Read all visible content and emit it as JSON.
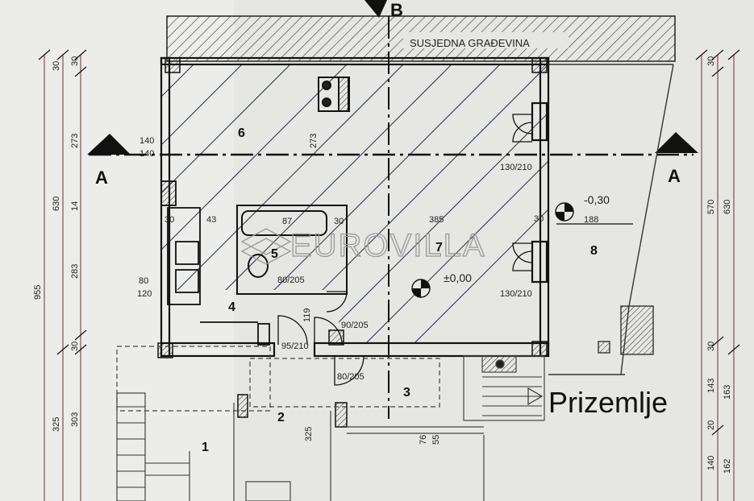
{
  "plan": {
    "neighbor_label": "SUSJEDNA GRAĐEVINA",
    "section_b": "B",
    "section_a_left": "A",
    "section_a_right": "A",
    "floor_title": "Prizemlje",
    "watermark": "EUROVILLA",
    "rooms": [
      "6",
      "5",
      "7",
      "8",
      "4",
      "3",
      "2",
      "1"
    ],
    "levels": [
      "±0,00",
      "-0,30"
    ],
    "openings": [
      "130/210",
      "130/210",
      "80/205",
      "90/205",
      "95/210",
      "80/205"
    ],
    "dimensions_inner": [
      "140",
      "140",
      "273",
      "30",
      "43",
      "87",
      "30",
      "385",
      "30",
      "188",
      "80",
      "120",
      "119",
      "325",
      "76",
      "55"
    ],
    "left_chain_a": [
      "30",
      "273",
      "14",
      "283",
      "30",
      "303"
    ],
    "left_chain_b": [
      "630",
      "325"
    ],
    "left_total": "955",
    "right_chain_a": [
      "30",
      "570",
      "30",
      "143",
      "20",
      "140"
    ],
    "right_chain_b": [
      "630",
      "163",
      "162"
    ],
    "left_top": [
      "30"
    ]
  }
}
